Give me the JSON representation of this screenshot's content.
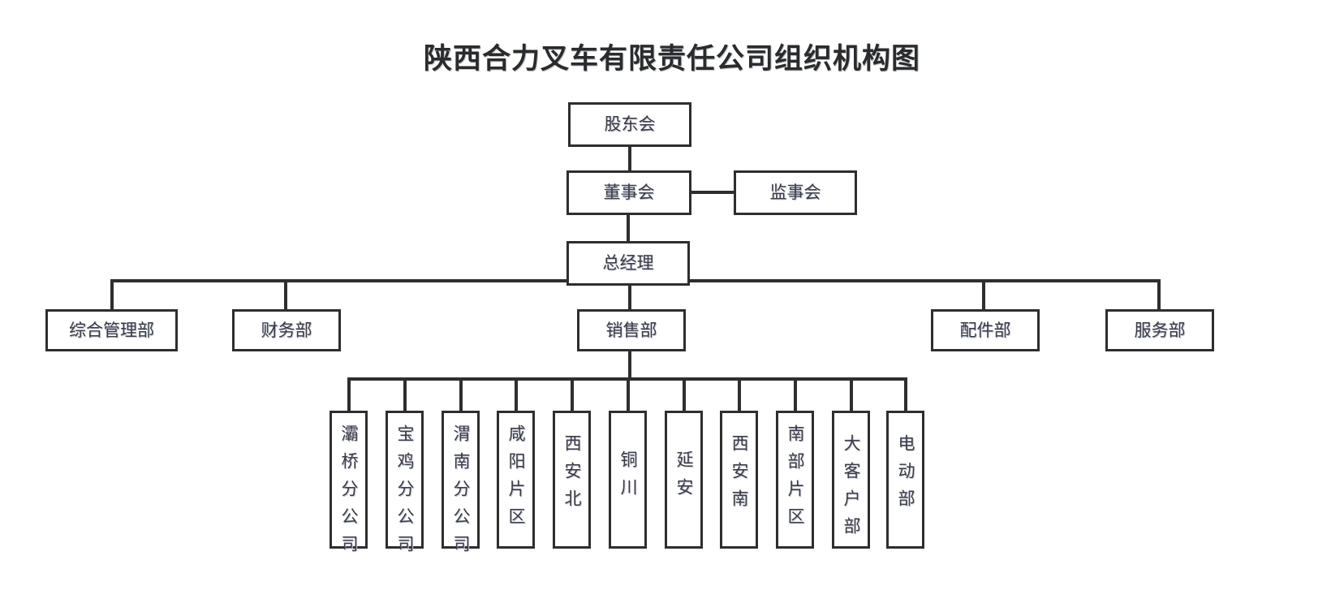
{
  "title": "陕西合力叉车有限责任公司组织机构图",
  "colors": {
    "border": "#2e2e2e",
    "text": "#3b3b46",
    "title": "#2b2b2b",
    "background": "#ffffff"
  },
  "nodes": {
    "shareholders": "股东会",
    "board": "董事会",
    "supervisors": "监事会",
    "general_manager": "总经理"
  },
  "departments": [
    {
      "label": "综合管理部"
    },
    {
      "label": "财务部"
    },
    {
      "label": "销售部"
    },
    {
      "label": "配件部"
    },
    {
      "label": "服务部"
    }
  ],
  "sales_units": [
    {
      "label": "灞桥分公司"
    },
    {
      "label": "宝鸡分公司"
    },
    {
      "label": "渭南分公司"
    },
    {
      "label": "咸阳片区"
    },
    {
      "label": "西安北"
    },
    {
      "label": "铜川"
    },
    {
      "label": "延安"
    },
    {
      "label": "西安南"
    },
    {
      "label": "南部片区"
    },
    {
      "label": "大客户部"
    },
    {
      "label": "电动部"
    }
  ]
}
